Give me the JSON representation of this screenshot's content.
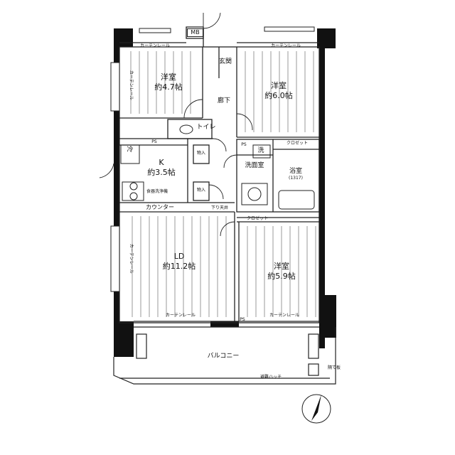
{
  "rooms": {
    "western_nw": {
      "name": "洋室",
      "size": "約4.7帖"
    },
    "western_ne": {
      "name": "洋室",
      "size": "約6.0帖"
    },
    "kitchen": {
      "name": "K",
      "size": "約3.5帖"
    },
    "ld": {
      "name": "LD",
      "size": "約11.2帖"
    },
    "western_se": {
      "name": "洋室",
      "size": "約5.9帖"
    },
    "bath": {
      "name": "浴室",
      "size": "(1317)"
    }
  },
  "labels": {
    "mb": "MB",
    "entrance": "玄関",
    "hallway": "廊下",
    "toilet": "トイレ",
    "closet_1": "クロゼット",
    "closet_2": "クロゼット",
    "ps_1": "PS",
    "ps_2": "PS",
    "ps_3": "PS",
    "washroom": "洗面室",
    "washer": "洗",
    "fridge": "冷",
    "storage_1": "物入",
    "storage_2": "物入",
    "counter": "カウンター",
    "balcony": "バルコニー",
    "ceiling_drop": "下り天井",
    "curtain_rail_top_left": "カーテンレール",
    "curtain_rail_top_right": "カーテンレール",
    "curtain_rail_bottom_left": "カーテンレール",
    "curtain_rail_bottom_right": "カーテンレール",
    "curtain_rail_side_upper": "カーテンレール",
    "curtain_rail_side_lower": "カーテンレール",
    "kitchen_equip": "食器洗浄機",
    "emergency_hatch": "避難ハッチ",
    "partition": "隔て板",
    "compass": "N"
  },
  "colors": {
    "wall": "#111111",
    "line": "#222222",
    "floor_line": "#555555",
    "background": "#ffffff"
  }
}
